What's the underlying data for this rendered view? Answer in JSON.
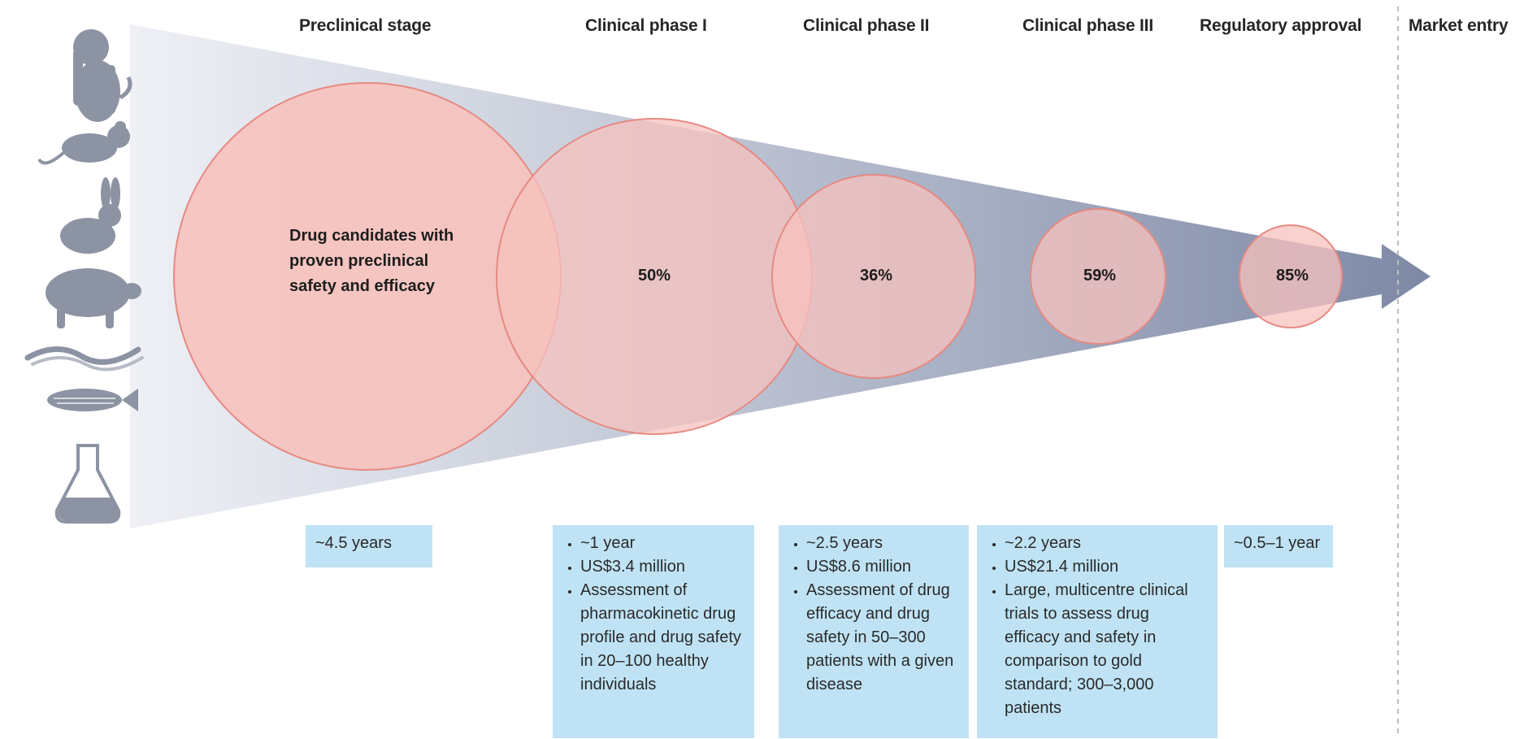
{
  "stages": [
    {
      "title": "Preclinical stage"
    },
    {
      "title": "Clinical phase I"
    },
    {
      "title": "Clinical phase II"
    },
    {
      "title": "Clinical phase III"
    },
    {
      "title": "Regulatory approval"
    },
    {
      "title": "Market entry"
    }
  ],
  "circles": {
    "preclinical": "Drug candidates with proven preclinical safety and efficacy",
    "phase1": "50%",
    "phase2": "36%",
    "phase3": "59%",
    "approval": "85%"
  },
  "boxes": {
    "preclinical": "~4.5 years",
    "phase1": [
      "~1 year",
      "US$3.4 million",
      "Assessment of pharmacokinetic drug profile and drug safety in 20–100 healthy individuals"
    ],
    "phase2": [
      "~2.5 years",
      "US$8.6 million",
      "Assessment of drug efficacy and drug safety in 50–300 patients with a given disease"
    ],
    "phase3": [
      "~2.2 years",
      "US$21.4 million",
      "Large, multicentre clinical trials to assess drug efficacy and safety in comparison to gold standard; 300–3,000 patients"
    ],
    "approval": "~0.5–1 year"
  },
  "icons": [
    "monkey-icon",
    "mouse-icon",
    "rabbit-icon",
    "pig-icon",
    "worm-icon",
    "zebrafish-icon",
    "flask-icon"
  ],
  "colors": {
    "circle_fill": "#f7c2bd",
    "circle_stroke": "#e58a82",
    "arrow": "#8590ab",
    "box": "#bfe3f4",
    "icon": "#8c93a3"
  }
}
